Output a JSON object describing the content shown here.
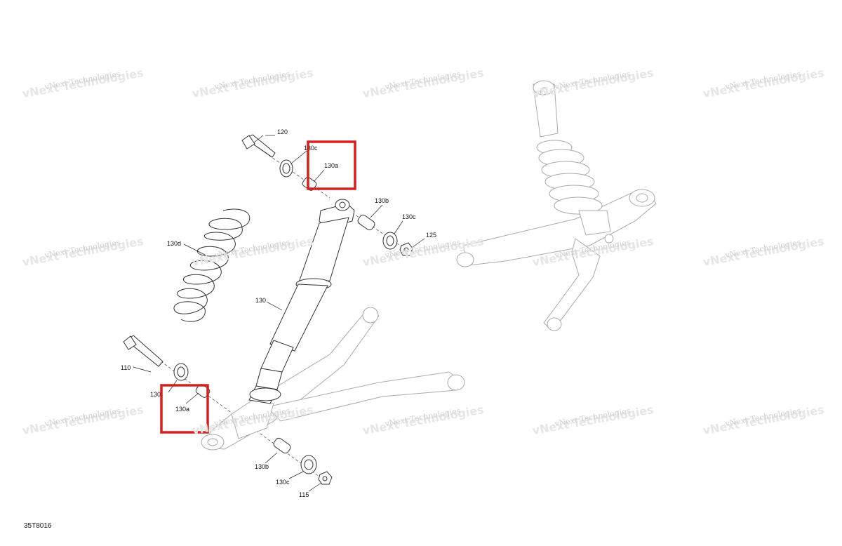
{
  "watermark_text": "vNext Technologies",
  "watermark_overlay": "vNext Technologies",
  "parts": {
    "p120": "120",
    "p130c_top": "130c",
    "p130a_top": "130a",
    "p130b_top": "130b",
    "p130c_right": "130c",
    "p125": "125",
    "p130d": "130d",
    "p130": "130",
    "p110": "110",
    "p130_bottom": "130",
    "p130a_bottom": "130a",
    "p130b_bottom": "130b",
    "p130c_bottom": "130c",
    "p115": "115"
  },
  "reference_code": "35T8016",
  "highlight_color": "#d61f1f"
}
